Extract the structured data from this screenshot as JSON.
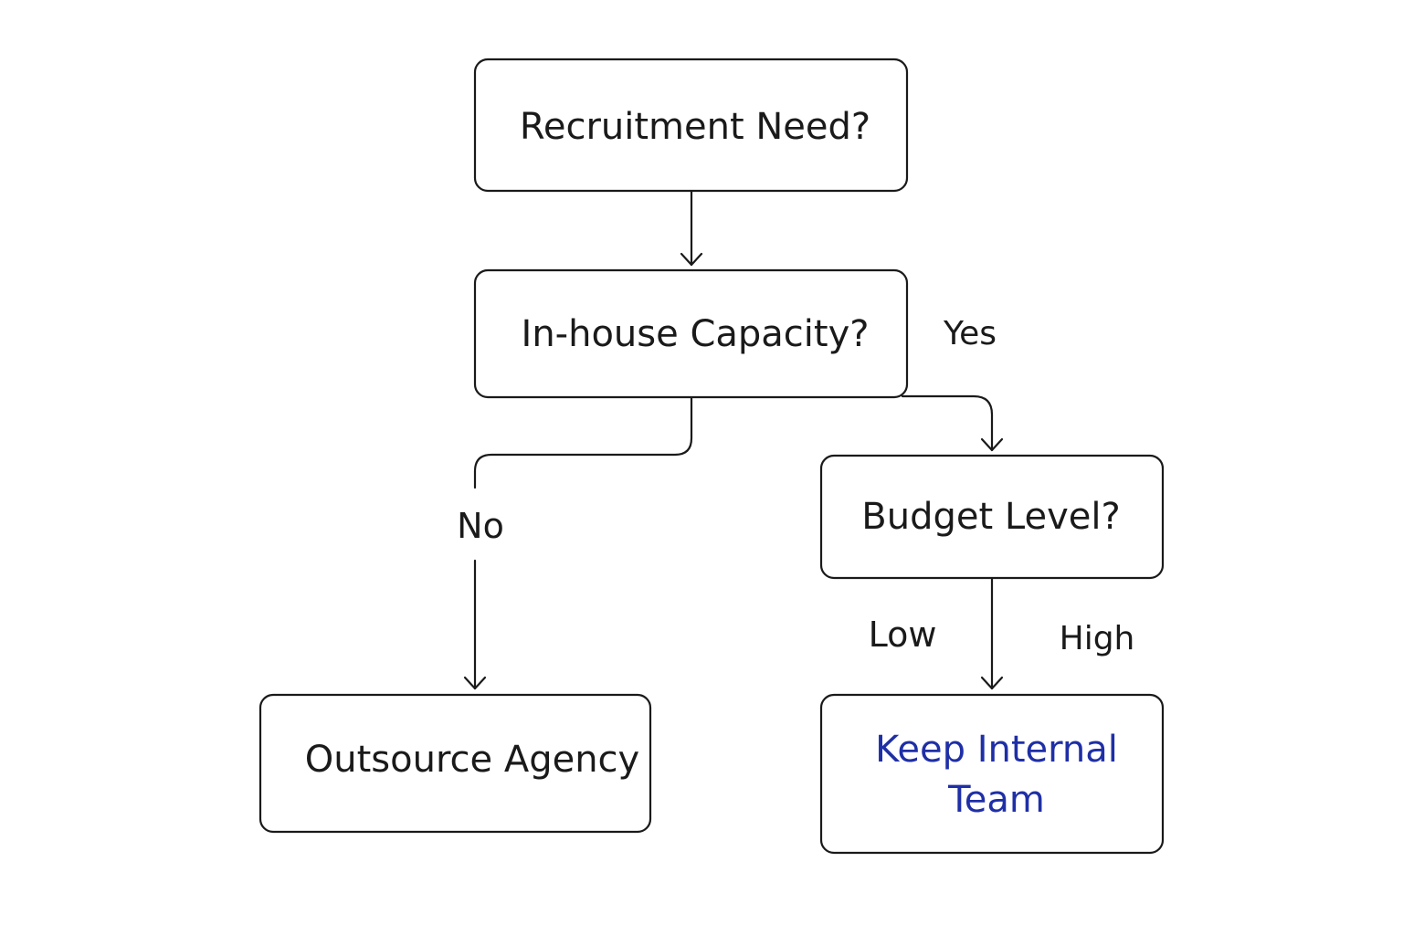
{
  "colors": {
    "line": "#1a1a1a",
    "text": "#1a1a1a",
    "accent": "#1f2fa6",
    "background": "#ffffff"
  },
  "nodes": {
    "recruitment_need": "Recruitment Need?",
    "in_house_capacity": "In-house Capacity?",
    "budget_level": "Budget Level?",
    "outsource_agency": "Outsource Agency",
    "keep_internal_team": {
      "line1": "Keep Internal",
      "line2": "Team"
    }
  },
  "edges": {
    "yes": "Yes",
    "no": "No",
    "low": "Low",
    "high": "High"
  }
}
